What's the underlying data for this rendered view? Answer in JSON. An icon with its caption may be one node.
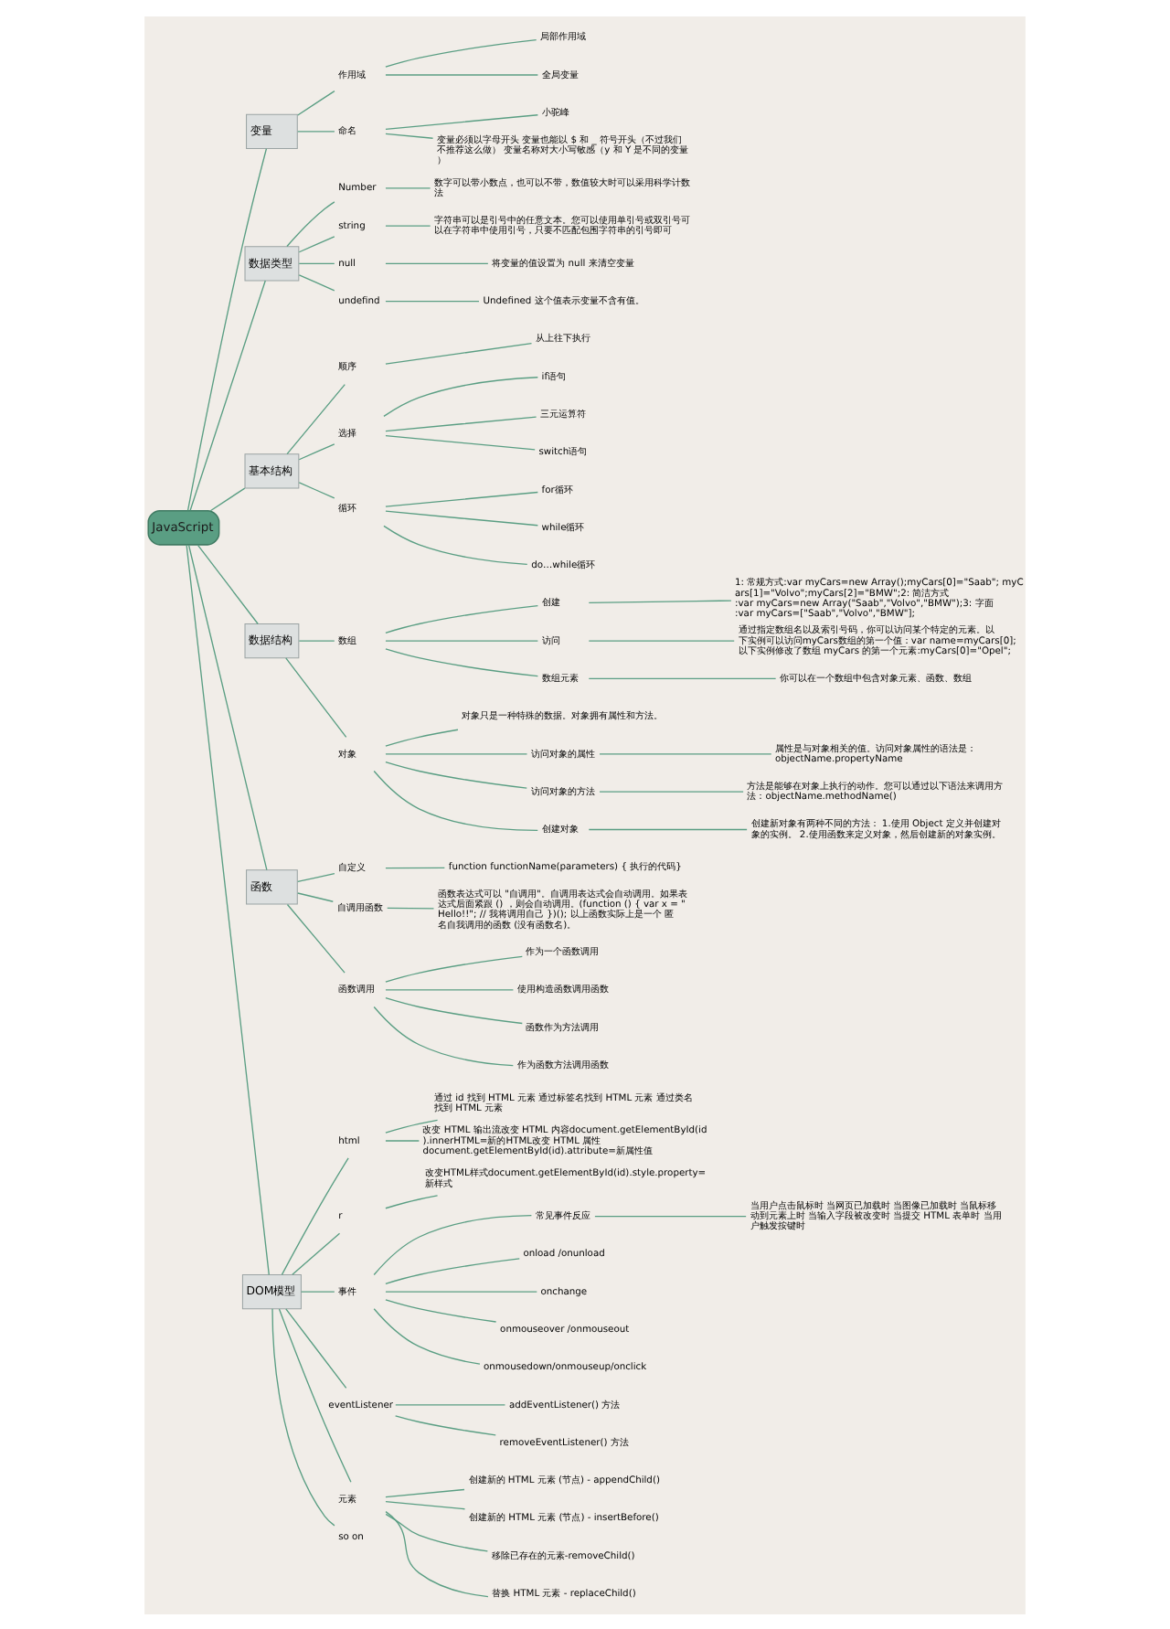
{
  "diagram": {
    "nodes": [
      {
        "text": [
          "JavaScript"
        ]
      },
      {
        "text": [
          "变量"
        ]
      },
      {
        "text": [
          "作用域"
        ]
      },
      {
        "text": [
          "局部作用域"
        ]
      },
      {
        "text": [
          "全局变量"
        ]
      },
      {
        "text": [
          "命名"
        ]
      },
      {
        "text": [
          "小驼峰"
        ]
      },
      {
        "text": [
          "变量必须以字母开头 变量也能以 $ 和 _ 符号开头（不过我们不推荐这么做） 变量名称对大小写敏感（y 和 Y 是不同的变量）"
        ]
      },
      {
        "text": [
          "数据类型"
        ]
      },
      {
        "text": [
          "Number"
        ]
      },
      {
        "text": [
          "数字可以带小数点，也可以不带，数值较大时可以采用科学计数法"
        ]
      },
      {
        "text": [
          "string"
        ]
      },
      {
        "text": [
          "字符串可以是引号中的任意文本。您可以使用单引号或双引号可以在字符串中使用引号，只要不匹配包围字符串的引号即可"
        ]
      },
      {
        "text": [
          "null"
        ]
      },
      {
        "text": [
          "将变量的值设置为 null 来清空变量"
        ]
      },
      {
        "text": [
          "undefind"
        ]
      },
      {
        "text": [
          "Undefined 这个值表示变量不含有值。"
        ]
      },
      {
        "text": [
          "基本结构"
        ]
      },
      {
        "text": [
          "顺序"
        ]
      },
      {
        "text": [
          "从上往下执行"
        ]
      },
      {
        "text": [
          "选择"
        ]
      },
      {
        "text": [
          "if语句"
        ]
      },
      {
        "text": [
          "三元运算符"
        ]
      },
      {
        "text": [
          "switch语句"
        ]
      },
      {
        "text": [
          "循环"
        ]
      },
      {
        "text": [
          "for循环"
        ]
      },
      {
        "text": [
          "while循环"
        ]
      },
      {
        "text": [
          "do…while循环"
        ]
      },
      {
        "text": [
          "数据结构"
        ]
      },
      {
        "text": [
          "数组"
        ]
      },
      {
        "text": [
          "创建"
        ]
      },
      {
        "text": [
          "1: 常规方式:var myCars=new Array();myCars[0]=\"Saab\"; myCars[1]=\"Volvo\";myCars[2]=\"BMW\";2: 简洁方式:var myCars=new Array(\"Saab\",\"Volvo\",\"BMW\");3: 字面:var myCars=[\"Saab\",\"Volvo\",\"BMW\"];"
        ]
      },
      {
        "text": [
          "访问"
        ]
      },
      {
        "text": [
          "通过指定数组名以及索引号码，你可以访问某个特定的元素。以下实例可以访问myCars数组的第一个值：var name=myCars[0];以下实例修改了数组 myCars 的第一个元素:myCars[0]=\"Opel\";"
        ]
      },
      {
        "text": [
          "数组元素"
        ]
      },
      {
        "text": [
          "你可以在一个数组中包含对象元素、函数、数组"
        ]
      },
      {
        "text": [
          "对象"
        ]
      },
      {
        "text": [
          "对象只是一种特殊的数据。对象拥有属性和方法。"
        ]
      },
      {
        "text": [
          "访问对象的属性"
        ]
      },
      {
        "text": [
          "属性是与对象相关的值。访问对象属性的语法是：objectName.propertyName"
        ]
      },
      {
        "text": [
          "访问对象的方法"
        ]
      },
      {
        "text": [
          "方法是能够在对象上执行的动作。您可以通过以下语法来调用方法：objectName.methodName()"
        ]
      },
      {
        "text": [
          "创建对象"
        ]
      },
      {
        "text": [
          "创建新对象有两种不同的方法： 1.使用 Object 定义并创建对象的实例。 2.使用函数来定义对象，然后创建新的对象实例。"
        ]
      },
      {
        "text": [
          "函数"
        ]
      },
      {
        "text": [
          "自定义"
        ]
      },
      {
        "text": [
          "function functionName(parameters) { 执行的代码}"
        ]
      },
      {
        "text": [
          "自调用函数"
        ]
      },
      {
        "text": [
          "函数表达式可以 \"自调用\"。自调用表达式会自动调用。如果表达式后面紧跟 () ，则会自动调用。(function () { var x = \"Hello!!\"; // 我将调用自己 })(); 以上函数实际上是一个 匿名自我调用的函数 (没有函数名)。"
        ]
      },
      {
        "text": [
          "函数调用"
        ]
      },
      {
        "text": [
          "作为一个函数调用"
        ]
      },
      {
        "text": [
          "使用构造函数调用函数"
        ]
      },
      {
        "text": [
          "函数作为方法调用"
        ]
      },
      {
        "text": [
          "作为函数方法调用函数"
        ]
      },
      {
        "text": [
          "DOM模型"
        ]
      },
      {
        "text": [
          "html"
        ]
      },
      {
        "text": [
          "通过 id 找到 HTML 元素 通过标签名找到 HTML 元素 通过类名找到 HTML 元素"
        ]
      },
      {
        "text": [
          "改变 HTML 输出流改变 HTML 内容document.getElementById(id).innerHTML=新的HTML改变 HTML 属性document.getElementById(id).attribute=新属性值"
        ]
      },
      {
        "text": [
          "r"
        ]
      },
      {
        "text": [
          "改变HTML样式document.getElementById(id).style.property=新样式"
        ]
      },
      {
        "text": [
          "事件"
        ]
      },
      {
        "text": [
          "常见事件反应"
        ]
      },
      {
        "text": [
          "当用户点击鼠标时 当网页已加载时 当图像已加载时 当鼠标移动到元素上时 当输入字段被改变时 当提交 HTML 表单时 当用户触发按键时"
        ]
      },
      {
        "text": [
          "onload /onunload"
        ]
      },
      {
        "text": [
          "onchange"
        ]
      },
      {
        "text": [
          "onmouseover /onmouseout"
        ]
      },
      {
        "text": [
          "onmousedown/onmouseup/onclick"
        ]
      },
      {
        "text": [
          "eventListener"
        ]
      },
      {
        "text": [
          "addEventListener() 方法"
        ]
      },
      {
        "text": [
          "removeEventListener() 方法"
        ]
      },
      {
        "text": [
          "元素"
        ]
      },
      {
        "text": [
          "创建新的 HTML 元素 (节点) - appendChild()"
        ]
      },
      {
        "text": [
          "创建新的 HTML 元素 (节点) - insertBefore()"
        ]
      },
      {
        "text": [
          "移除已存在的元素-removeChild()"
        ]
      },
      {
        "text": [
          "替换 HTML 元素 - replaceChild()"
        ]
      },
      {
        "text": [
          "so on"
        ]
      }
    ],
    "edges": [
      {
        "from": 0,
        "to": 1,
        "arrow": "none"
      },
      {
        "from": 1,
        "to": 2,
        "arrow": "none"
      },
      {
        "from": 2,
        "to": 3,
        "arrow": "none"
      },
      {
        "from": 2,
        "to": 4,
        "arrow": "none"
      },
      {
        "from": 1,
        "to": 5,
        "arrow": "none"
      },
      {
        "from": 5,
        "to": 6,
        "arrow": "none"
      },
      {
        "from": 5,
        "to": 7,
        "arrow": "none"
      },
      {
        "from": 0,
        "to": 8,
        "arrow": "none"
      },
      {
        "from": 8,
        "to": 9,
        "arrow": "none"
      },
      {
        "from": 9,
        "to": 10,
        "arrow": "none"
      },
      {
        "from": 8,
        "to": 11,
        "arrow": "none"
      },
      {
        "from": 11,
        "to": 12,
        "arrow": "none"
      },
      {
        "from": 8,
        "to": 13,
        "arrow": "none"
      },
      {
        "from": 13,
        "to": 14,
        "arrow": "none"
      },
      {
        "from": 8,
        "to": 15,
        "arrow": "none"
      },
      {
        "from": 15,
        "to": 16,
        "arrow": "none"
      },
      {
        "from": 0,
        "to": 17,
        "arrow": "none"
      },
      {
        "from": 17,
        "to": 18,
        "arrow": "none"
      },
      {
        "from": 18,
        "to": 19,
        "arrow": "none"
      },
      {
        "from": 17,
        "to": 20,
        "arrow": "none"
      },
      {
        "from": 20,
        "to": 21,
        "arrow": "none"
      },
      {
        "from": 20,
        "to": 22,
        "arrow": "none"
      },
      {
        "from": 20,
        "to": 23,
        "arrow": "none"
      },
      {
        "from": 17,
        "to": 24,
        "arrow": "none"
      },
      {
        "from": 24,
        "to": 25,
        "arrow": "none"
      },
      {
        "from": 24,
        "to": 26,
        "arrow": "none"
      },
      {
        "from": 24,
        "to": 27,
        "arrow": "none"
      },
      {
        "from": 0,
        "to": 28,
        "arrow": "none"
      },
      {
        "from": 28,
        "to": 29,
        "arrow": "none"
      },
      {
        "from": 29,
        "to": 30,
        "arrow": "none"
      },
      {
        "from": 30,
        "to": 31,
        "arrow": "none"
      },
      {
        "from": 29,
        "to": 32,
        "arrow": "none"
      },
      {
        "from": 32,
        "to": 33,
        "arrow": "none"
      },
      {
        "from": 29,
        "to": 34,
        "arrow": "none"
      },
      {
        "from": 34,
        "to": 35,
        "arrow": "none"
      },
      {
        "from": 28,
        "to": 36,
        "arrow": "none"
      },
      {
        "from": 36,
        "to": 37,
        "arrow": "none"
      },
      {
        "from": 36,
        "to": 38,
        "arrow": "none"
      },
      {
        "from": 38,
        "to": 39,
        "arrow": "none"
      },
      {
        "from": 36,
        "to": 40,
        "arrow": "none"
      },
      {
        "from": 40,
        "to": 41,
        "arrow": "none"
      },
      {
        "from": 36,
        "to": 42,
        "arrow": "none"
      },
      {
        "from": 42,
        "to": 43,
        "arrow": "none"
      },
      {
        "from": 0,
        "to": 44,
        "arrow": "none"
      },
      {
        "from": 44,
        "to": 45,
        "arrow": "none"
      },
      {
        "from": 45,
        "to": 46,
        "arrow": "none"
      },
      {
        "from": 44,
        "to": 47,
        "arrow": "none"
      },
      {
        "from": 47,
        "to": 48,
        "arrow": "none"
      },
      {
        "from": 44,
        "to": 49,
        "arrow": "none"
      },
      {
        "from": 49,
        "to": 50,
        "arrow": "none"
      },
      {
        "from": 49,
        "to": 51,
        "arrow": "none"
      },
      {
        "from": 49,
        "to": 52,
        "arrow": "none"
      },
      {
        "from": 49,
        "to": 53,
        "arrow": "none"
      },
      {
        "from": 0,
        "to": 54,
        "arrow": "none"
      },
      {
        "from": 54,
        "to": 55,
        "arrow": "none"
      },
      {
        "from": 55,
        "to": 56,
        "arrow": "none"
      },
      {
        "from": 55,
        "to": 57,
        "arrow": "none"
      },
      {
        "from": 54,
        "to": 58,
        "arrow": "none"
      },
      {
        "from": 58,
        "to": 59,
        "arrow": "none"
      },
      {
        "from": 54,
        "to": 60,
        "arrow": "none"
      },
      {
        "from": 60,
        "to": 61,
        "arrow": "none"
      },
      {
        "from": 61,
        "to": 62,
        "arrow": "none"
      },
      {
        "from": 60,
        "to": 63,
        "arrow": "none"
      },
      {
        "from": 60,
        "to": 64,
        "arrow": "none"
      },
      {
        "from": 60,
        "to": 65,
        "arrow": "none"
      },
      {
        "from": 60,
        "to": 66,
        "arrow": "none"
      },
      {
        "from": 54,
        "to": 67,
        "arrow": "none"
      },
      {
        "from": 67,
        "to": 68,
        "arrow": "none"
      },
      {
        "from": 67,
        "to": 69,
        "arrow": "none"
      },
      {
        "from": 54,
        "to": 70,
        "arrow": "none"
      },
      {
        "from": 70,
        "to": 71,
        "arrow": "none"
      },
      {
        "from": 70,
        "to": 72,
        "arrow": "none"
      },
      {
        "from": 70,
        "to": 73,
        "arrow": "none"
      },
      {
        "from": 70,
        "to": 74,
        "arrow": "none"
      },
      {
        "from": 54,
        "to": 75,
        "arrow": "none"
      }
    ]
  }
}
